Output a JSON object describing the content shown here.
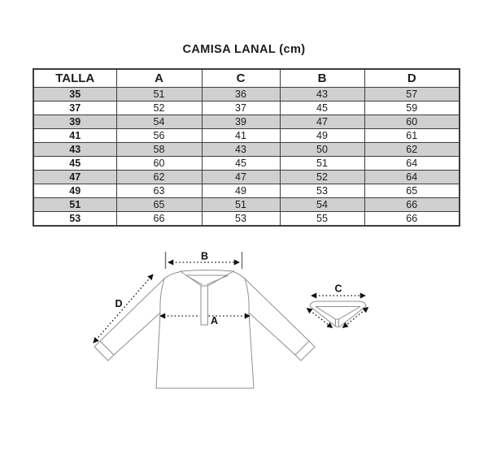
{
  "title": "CAMISA LANAL (cm)",
  "table": {
    "headers": [
      "TALLA",
      "A",
      "C",
      "B",
      "D"
    ],
    "rows": [
      [
        "35",
        "51",
        "36",
        "43",
        "57"
      ],
      [
        "37",
        "52",
        "37",
        "45",
        "59"
      ],
      [
        "39",
        "54",
        "39",
        "47",
        "60"
      ],
      [
        "41",
        "56",
        "41",
        "49",
        "61"
      ],
      [
        "43",
        "58",
        "43",
        "50",
        "62"
      ],
      [
        "45",
        "60",
        "45",
        "51",
        "64"
      ],
      [
        "47",
        "62",
        "47",
        "52",
        "64"
      ],
      [
        "49",
        "63",
        "49",
        "53",
        "65"
      ],
      [
        "51",
        "65",
        "51",
        "54",
        "66"
      ],
      [
        "53",
        "66",
        "53",
        "55",
        "66"
      ]
    ]
  },
  "chart_data": {
    "type": "table",
    "title": "CAMISA LANAL (cm)",
    "columns": [
      "TALLA",
      "A",
      "C",
      "B",
      "D"
    ],
    "rows": [
      [
        35,
        51,
        36,
        43,
        57
      ],
      [
        37,
        52,
        37,
        45,
        59
      ],
      [
        39,
        54,
        39,
        47,
        60
      ],
      [
        41,
        56,
        41,
        49,
        61
      ],
      [
        43,
        58,
        43,
        50,
        62
      ],
      [
        45,
        60,
        45,
        51,
        64
      ],
      [
        47,
        62,
        47,
        52,
        64
      ],
      [
        49,
        63,
        49,
        53,
        65
      ],
      [
        51,
        65,
        51,
        54,
        66
      ],
      [
        53,
        66,
        53,
        55,
        66
      ]
    ]
  },
  "diagram": {
    "label_a": "A",
    "label_b": "B",
    "label_c": "C",
    "label_d": "D"
  },
  "colors": {
    "row_alt": "#d0d0d0",
    "table_border": "#3d3d3d",
    "shirt_outline": "#8f8f8f",
    "arrow": "#111111"
  }
}
